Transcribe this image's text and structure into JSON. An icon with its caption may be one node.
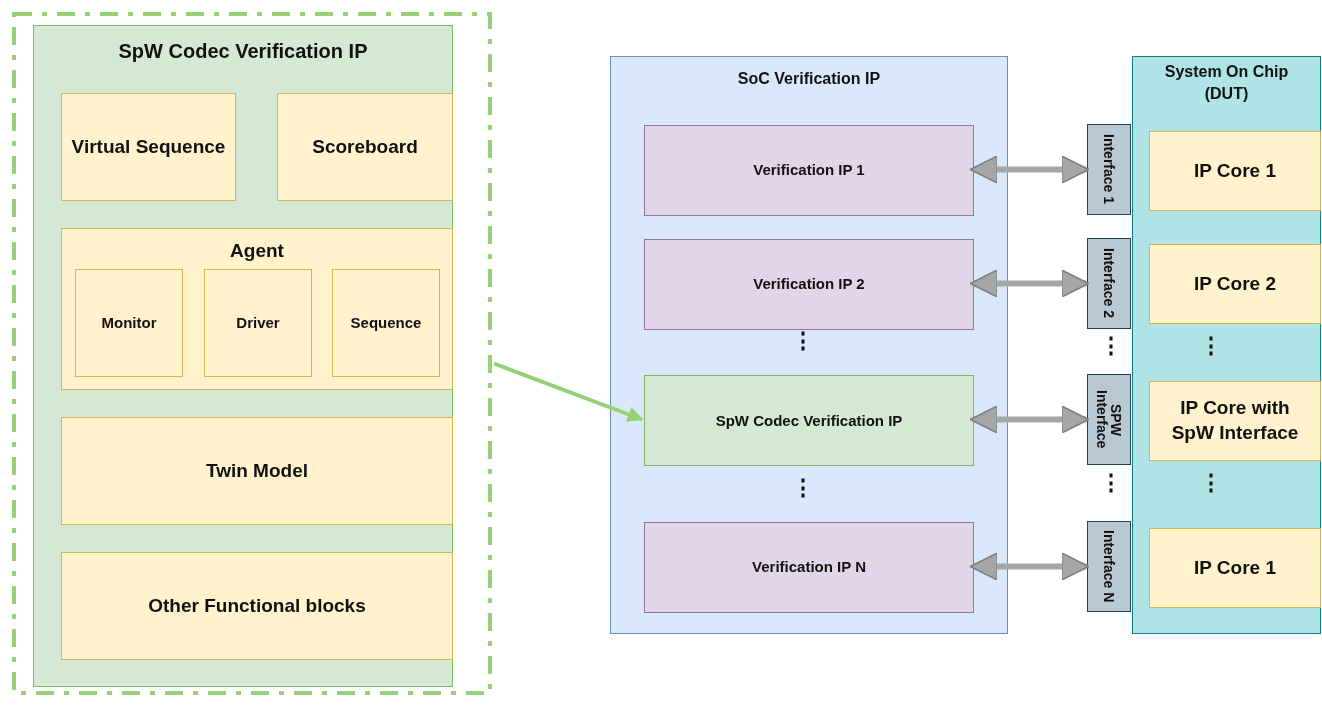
{
  "diagram": {
    "nodes": [
      {
        "text": [],
        "shape": "box"
      },
      {
        "text": [
          "SpW Codec Verification IP"
        ],
        "in": 0
      },
      {
        "text": [
          "Virtual Sequence"
        ],
        "in": 1
      },
      {
        "text": [
          "Scoreboard"
        ],
        "in": 1
      },
      {
        "text": [
          "Agent"
        ],
        "in": 1
      },
      {
        "text": [
          "Monitor"
        ],
        "in": 4
      },
      {
        "text": [
          "Driver"
        ],
        "in": 4
      },
      {
        "text": [
          "Sequence"
        ],
        "in": 4
      },
      {
        "text": [
          "Twin Model"
        ],
        "in": 1
      },
      {
        "text": [
          "Other Functional blocks"
        ],
        "in": 1
      },
      {
        "text": [
          "SoC Verification IP"
        ]
      },
      {
        "text": [
          "Verification IP 1"
        ],
        "in": 10
      },
      {
        "text": [
          "Verification IP 2"
        ],
        "in": 10
      },
      {
        "text": [
          "SpW Codec Verification IP"
        ],
        "in": 10
      },
      {
        "text": [
          "Verification IP N"
        ],
        "in": 10
      },
      {
        "text": [
          "System On Chip (DUT)"
        ]
      },
      {
        "text": [
          "IP Core 1"
        ],
        "in": 15
      },
      {
        "text": [
          "IP Core 2"
        ],
        "in": 15
      },
      {
        "text": [
          "IP Core with SpW Interface"
        ],
        "in": 15
      },
      {
        "text": [
          "IP Core 1"
        ],
        "in": 15
      },
      {
        "text": [
          "Interface 1"
        ]
      },
      {
        "text": [
          "Interface 2"
        ]
      },
      {
        "text": [
          "SPW Interface"
        ]
      },
      {
        "text": [
          "Interface N"
        ]
      }
    ],
    "edges": [
      {
        "from": 0,
        "to": 13,
        "arrow": "to",
        "color": "#97d077"
      },
      {
        "from": 11,
        "to": 20,
        "arrow": "both"
      },
      {
        "from": 12,
        "to": 21,
        "arrow": "both"
      },
      {
        "from": 13,
        "to": 22,
        "arrow": "both"
      },
      {
        "from": 14,
        "to": 23,
        "arrow": "both"
      }
    ],
    "labels": [
      "⋮",
      "⋮",
      "⋮",
      "⋮",
      "⋮",
      "⋮"
    ]
  }
}
